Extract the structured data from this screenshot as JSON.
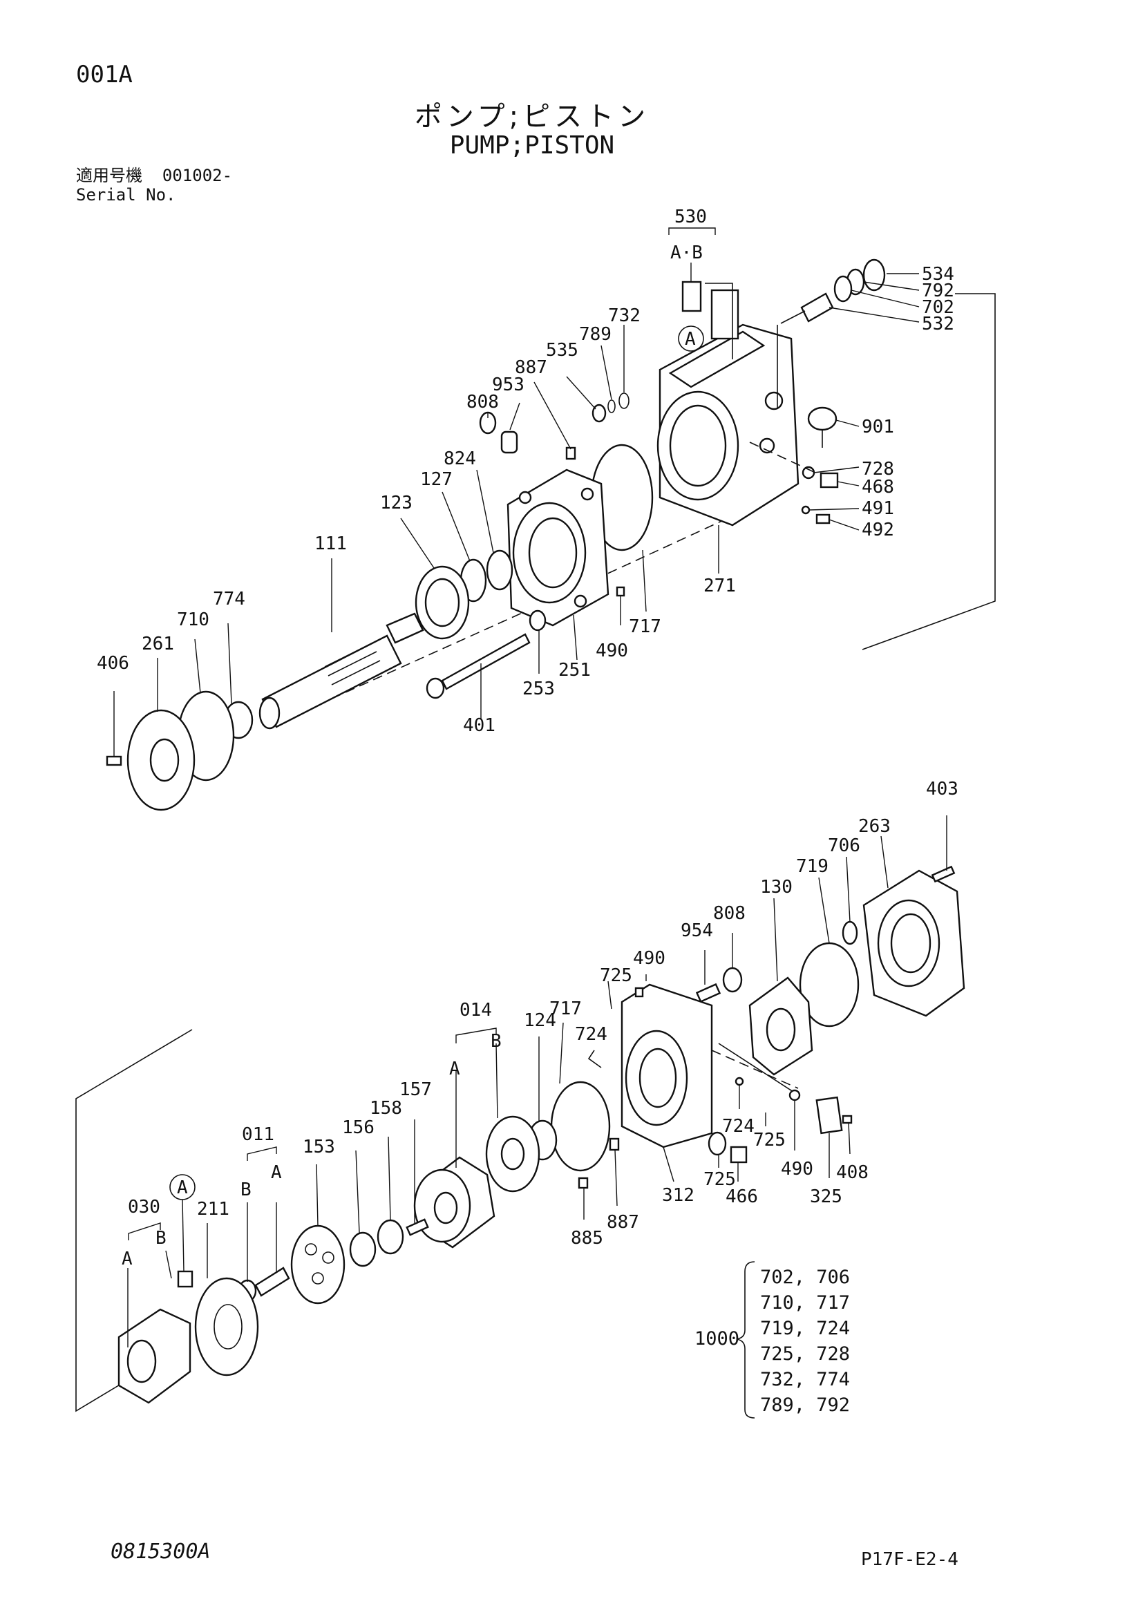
{
  "header": {
    "page_code": "001A",
    "title_jp": "ポンプ;ピストン",
    "title_en": "PUMP;PISTON",
    "serial_label_jp": "適用号機",
    "serial_value": "001002-",
    "serial_label_en": "Serial No."
  },
  "callouts": {
    "p530": "530",
    "pAB": "A·B",
    "pA_top": "A",
    "p534": "534",
    "p792": "792",
    "p702": "702",
    "p532": "532",
    "p732": "732",
    "p789": "789",
    "p535": "535",
    "p887a": "887",
    "p953": "953",
    "p808a": "808",
    "p824": "824",
    "p127": "127",
    "p123": "123",
    "p111": "111",
    "p774": "774",
    "p710": "710",
    "p261": "261",
    "p406": "406",
    "p901": "901",
    "p728": "728",
    "p468": "468",
    "p491": "491",
    "p492": "492",
    "p271": "271",
    "p717a": "717",
    "p490a": "490",
    "p251": "251",
    "p253": "253",
    "p401": "401",
    "p403": "403",
    "p263": "263",
    "p706": "706",
    "p719": "719",
    "p130": "130",
    "p808b": "808",
    "p954": "954",
    "p490b": "490",
    "p725a": "725",
    "p014": "014",
    "pA014": "A",
    "pB014": "B",
    "p717b": "717",
    "p124": "124",
    "p724a": "724",
    "p157": "157",
    "p158": "158",
    "p156": "156",
    "p153": "153",
    "p011": "011",
    "pB011": "B",
    "pA011": "A",
    "p030": "030",
    "pB030": "B",
    "pA030": "A",
    "pA_bot": "A",
    "p211": "211",
    "p724b": "724",
    "p725b": "725",
    "p725c": "725",
    "p466": "466",
    "p490c": "490",
    "p408": "408",
    "p325": "325",
    "p312": "312",
    "p887b": "887",
    "p885": "885"
  },
  "kit": {
    "number": "1000",
    "rows": [
      "702, 706",
      "710, 717",
      "719, 724",
      "725, 728",
      "732, 774",
      "789, 792"
    ]
  },
  "footer": {
    "drawing_no": "0815300A",
    "page_ref": "P17F-E2-4"
  }
}
